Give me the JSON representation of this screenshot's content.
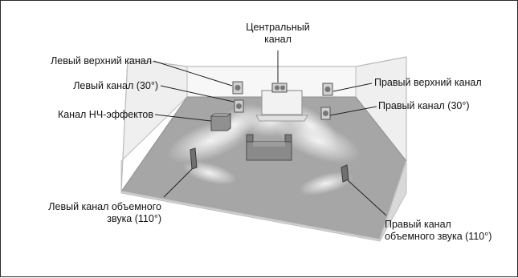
{
  "labels": {
    "center_line1": "Центральный",
    "center_line2": "канал",
    "left_top": "Левый верхний канал",
    "left_front": "Левый канал (30°)",
    "lfe": "Канал НЧ-эффектов",
    "left_surround_line1": "Левый канал объемного",
    "left_surround_line2": "звука (110°)",
    "right_top": "Правый верхний канал",
    "right_front": "Правый канал (30°)",
    "right_surround_line1": "Правый канал",
    "right_surround_line2": "объемного звука (110°)"
  },
  "colors": {
    "floor": "#a9a9a9",
    "wall": "#f1f1f1",
    "wall_edge": "#bdbdbd",
    "speaker": "#cfcfcf",
    "speaker_dark": "#5a5a5a",
    "leader": "#222222"
  }
}
